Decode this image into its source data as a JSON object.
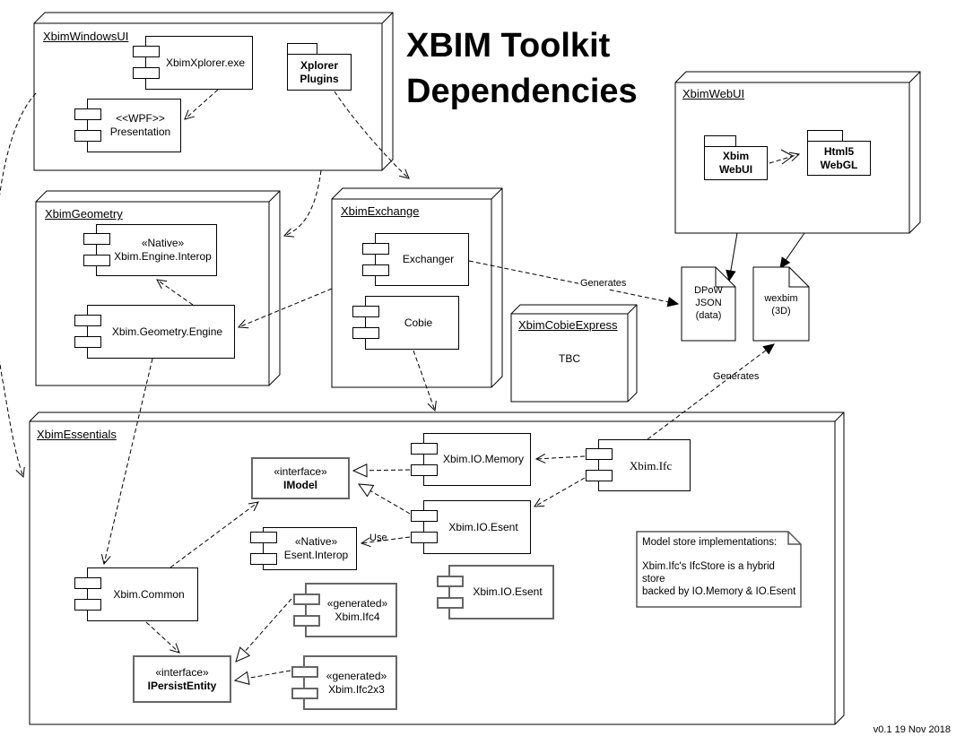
{
  "diagram": {
    "title_line1": "XBIM Toolkit",
    "title_line2": "Dependencies",
    "version": "v0.1 19 Nov 2018"
  },
  "packages": {
    "windows_ui": "XbimWindowsUI",
    "geometry": "XbimGeometry",
    "exchange": "XbimExchange",
    "cobie_express": "XbimCobieExpress",
    "cobie_express_body": "TBC",
    "web_ui": "XbimWebUI",
    "essentials": "XbimEssentials"
  },
  "components": {
    "xbim_xplorer": {
      "name": "XbimXplorer.exe"
    },
    "wpf_presentation": {
      "stereotype": "<<WPF>>",
      "name": "Presentation"
    },
    "engine_interop": {
      "stereotype": "«Native»",
      "name": "Xbim.Engine.Interop"
    },
    "geometry_engine": {
      "name": "Xbim.Geometry.Engine"
    },
    "exchanger": {
      "name": "Exchanger"
    },
    "cobie": {
      "name": "Cobie"
    },
    "io_memory": {
      "name": "Xbim.IO.Memory"
    },
    "xbim_ifc": {
      "name": "Xbim.Ifc"
    },
    "io_esent": {
      "name": "Xbim.IO.Esent"
    },
    "esent_interop": {
      "stereotype": "«Native»",
      "name": "Esent.Interop"
    },
    "xbim_common": {
      "name": "Xbim.Common"
    },
    "ifc4": {
      "stereotype": "«generated»",
      "name": "Xbim.Ifc4"
    },
    "io_esent_store": {
      "name": "Xbim.IO.Esent"
    },
    "ifc2x3": {
      "stereotype": "«generated»",
      "name": "Xbim.Ifc2x3"
    }
  },
  "interfaces": {
    "imodel": {
      "stereotype": "«interface»",
      "name": "IModel"
    },
    "ipersist_entity": {
      "stereotype": "«interface»",
      "name": "IPersistEntity"
    }
  },
  "folders": {
    "xplorer_plugins": {
      "line1": "Xplorer",
      "line2": "Plugins"
    },
    "xbim_webui": {
      "line1": "Xbim",
      "line2": "WebUI"
    },
    "html5_webgl": {
      "line1": "Html5",
      "line2": "WebGL"
    }
  },
  "files": {
    "dpow": {
      "line1": "DPoW",
      "line2": "JSON",
      "line3": "(data)"
    },
    "wexbim": {
      "line1": "wexbim",
      "line2": "(3D)"
    }
  },
  "note": {
    "heading": "Model store implementations:",
    "body_line1": "Xbim.Ifc's IfcStore is a hybrid store",
    "body_line2": "backed by IO.Memory & IO.Esent"
  },
  "edge_labels": {
    "generates_dpow": "Generates",
    "generates_wexbim": "Generates",
    "use": "Use"
  }
}
